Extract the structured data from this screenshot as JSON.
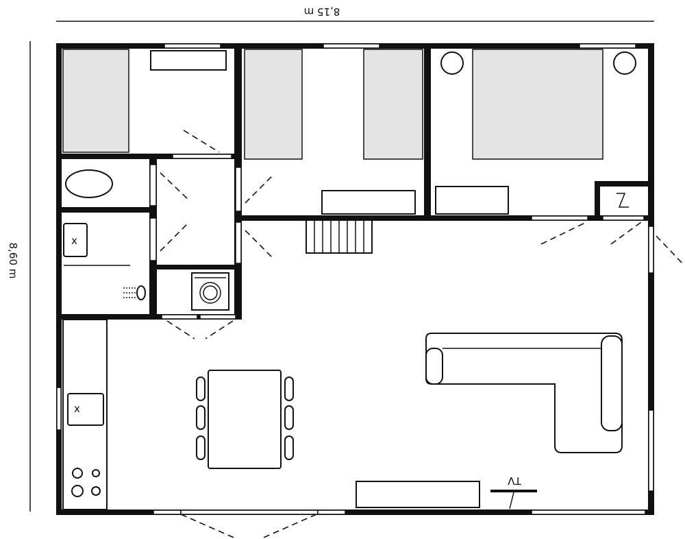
{
  "dimensions": {
    "width_label": "8,15 m",
    "height_label": "8,60 m"
  },
  "labels": {
    "tv": "TV",
    "sink_mark": "x"
  }
}
